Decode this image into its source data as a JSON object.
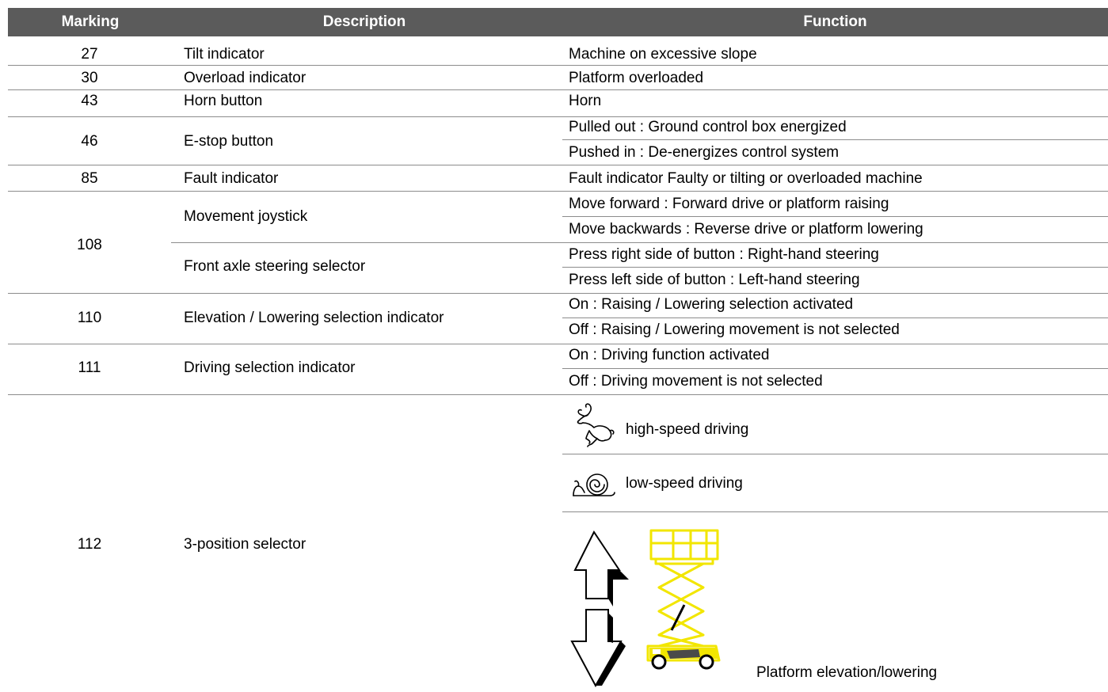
{
  "header": {
    "marking": "Marking",
    "description": "Description",
    "function": "Function"
  },
  "rows": {
    "r27": {
      "marking": "27",
      "description": "Tilt indicator",
      "function": "Machine on excessive slope"
    },
    "r30": {
      "marking": "30",
      "description": "Overload indicator",
      "function": "Platform overloaded"
    },
    "r43": {
      "marking": "43",
      "description": "Horn button",
      "function": "Horn"
    },
    "r46": {
      "marking": "46",
      "description": "E-stop button",
      "functions": [
        "Pulled out : Ground control box energized",
        "Pushed in : De-energizes control system"
      ]
    },
    "r85": {
      "marking": "85",
      "description": "Fault indicator",
      "function": "Fault indicator Faulty or tilting or overloaded machine"
    },
    "r108": {
      "marking": "108",
      "joystick": {
        "description": "Movement joystick",
        "functions": [
          "Move forward : Forward drive or platform raising",
          "Move backwards : Reverse drive or platform lowering"
        ]
      },
      "steering": {
        "description": "Front axle steering selector",
        "functions": [
          "Press right side of button : Right-hand steering",
          "Press left side of button : Left-hand steering"
        ]
      }
    },
    "r110": {
      "marking": "110",
      "description": "Elevation / Lowering selection indicator",
      "functions": [
        "On : Raising / Lowering selection activated",
        "Off : Raising / Lowering movement is not selected"
      ]
    },
    "r111": {
      "marking": "111",
      "description": "Driving selection indicator",
      "functions": [
        "On : Driving function activated",
        "Off : Driving movement is not selected"
      ]
    },
    "r112": {
      "marking": "112",
      "description": "3-position selector",
      "functions": [
        "high-speed driving",
        "low-speed driving",
        "Platform elevation/lowering"
      ]
    }
  },
  "icons": {
    "rabbit": "rabbit-icon",
    "snail": "snail-icon",
    "arrows": "up-down-arrows-icon",
    "lift": "scissor-lift-icon",
    "lift_color": "#f2e600"
  }
}
